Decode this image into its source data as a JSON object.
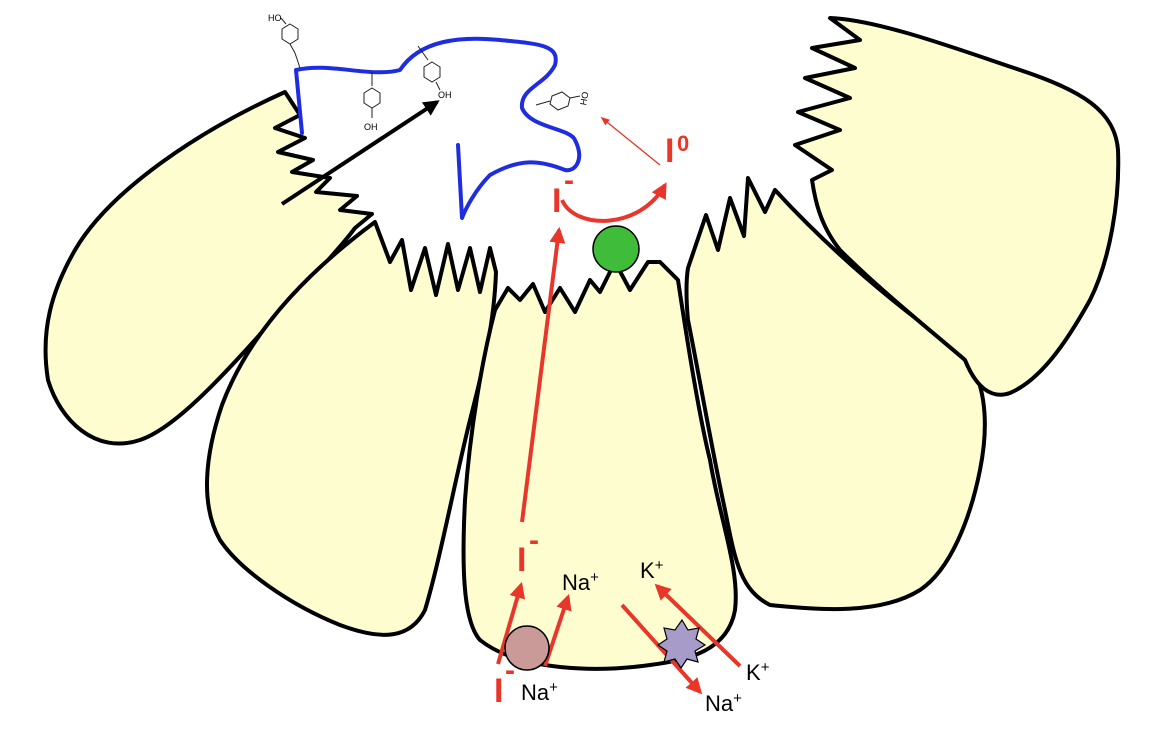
{
  "labels": {
    "iodide_in": "I",
    "iodide_in_charge": "-",
    "iodide_mid": "I",
    "iodide_mid_charge": "-",
    "iodide_top": "I",
    "iodide_top_charge": "-",
    "iodine": "I",
    "iodine_superscript": "0",
    "na_in": "Na",
    "na_in_charge": "+",
    "na_out": "Na",
    "na_out_charge": "+",
    "na_bottom": "Na",
    "na_bottom_charge": "+",
    "k_in": "K",
    "k_in_charge": "+",
    "k_out": "K",
    "k_out_charge": "+",
    "oh": "OH",
    "ho": "HO"
  },
  "colors": {
    "cell_fill": "#fdfdcf",
    "ion_arrow": "#e8362b",
    "thyroglobulin": "#1f2de0",
    "peroxidase": "#3fbd3a",
    "symporter": "#c99a97",
    "pump": "#a79cc9"
  },
  "icons": {
    "peroxidase": "green-circle-icon",
    "symporter": "pink-circle-icon",
    "pump": "purple-star-icon"
  }
}
